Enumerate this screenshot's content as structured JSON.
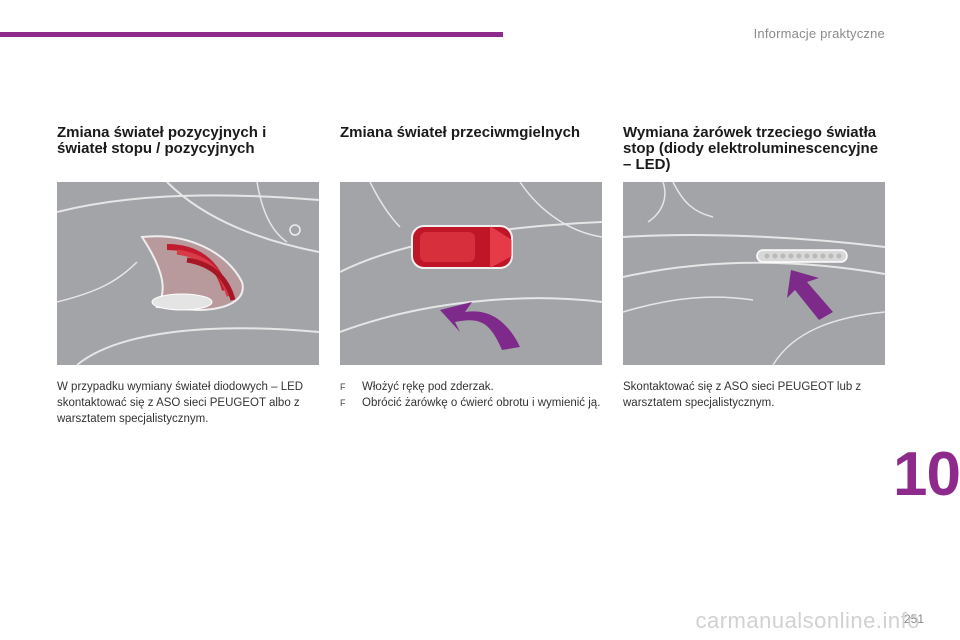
{
  "header": {
    "section_label": "Informacje praktyczne"
  },
  "columns": [
    {
      "title": "Zmiana świateł pozycyjnych i świateł stopu / pozycyjnych",
      "text": "W przypadku wymiany świateł diodowych – LED skontaktować się z ASO sieci PEUGEOT albo z warsztatem specjalistycznym."
    },
    {
      "title": "Zmiana świateł przeciwmgielnych",
      "steps": [
        {
          "bullet": "F",
          "text": "Włożyć rękę pod zderzak."
        },
        {
          "bullet": "F",
          "text": "Obrócić żarówkę o ćwierć obrotu i wymienić ją."
        }
      ]
    },
    {
      "title": "Wymiana żarówek trzeciego światła stop (diody elektroluminescencyjne – LED)",
      "text": "Skontaktować się z ASO sieci PEUGEOT lub z warsztatem specjalistycznym."
    }
  ],
  "chapter_number": "10",
  "page_number": "251",
  "watermark": "carmanualsonline.info",
  "colors": {
    "accent": "#8e2a8c",
    "illustration_bg": "#a3a4a8",
    "lamp_red": "#d0192b",
    "arrow": "#7d2a8a"
  }
}
